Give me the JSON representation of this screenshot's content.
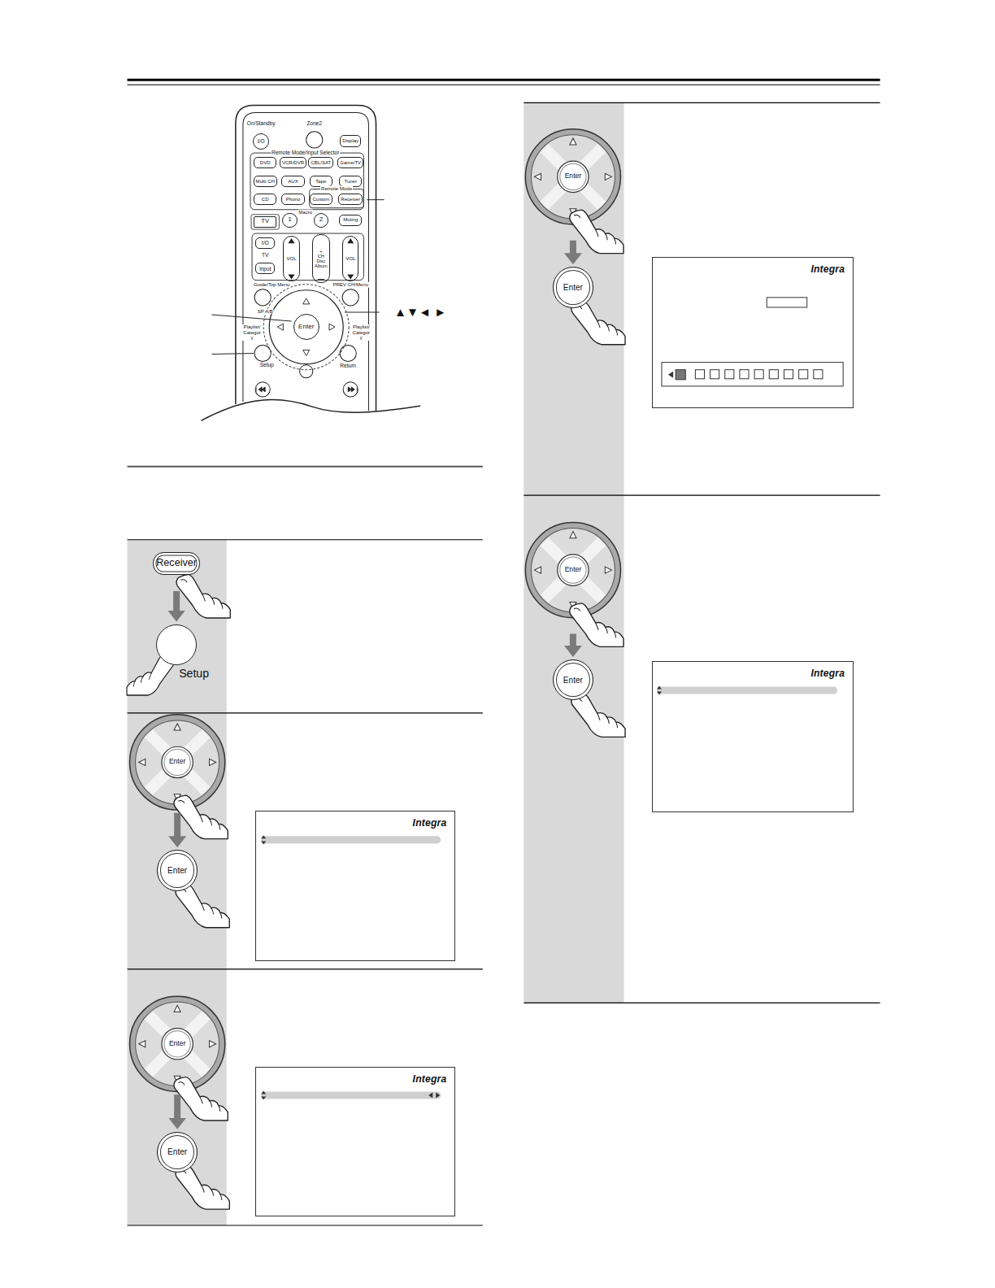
{
  "diagram": {
    "nodes": [
      {
        "text": [
          "I/O"
        ]
      },
      {
        "text": [
          "Display"
        ]
      },
      {
        "text": [
          "DVD"
        ]
      },
      {
        "text": [
          "VCR/DVR"
        ]
      },
      {
        "text": [
          "CBL/SAT"
        ]
      },
      {
        "text": [
          "Game/TV"
        ]
      },
      {
        "text": [
          "Multi CH"
        ]
      },
      {
        "text": [
          "AUX"
        ]
      },
      {
        "text": [
          "Tape"
        ]
      },
      {
        "text": [
          "Tuner"
        ]
      },
      {
        "text": [
          "CD"
        ]
      },
      {
        "text": [
          "Phono"
        ]
      },
      {
        "text": [
          "Custom"
        ]
      },
      {
        "text": [
          "Receiver"
        ]
      },
      {
        "text": [
          "TV"
        ]
      },
      {
        "text": [
          "1"
        ]
      },
      {
        "text": [
          "2"
        ]
      },
      {
        "text": [
          "Muting"
        ]
      },
      {
        "text": [
          "I/O"
        ]
      },
      {
        "text": [
          "Input"
        ]
      },
      {
        "text": [
          "VOL"
        ]
      },
      {
        "text": [
          "+",
          "CH",
          "Disc",
          "Album"
        ]
      },
      {
        "text": [
          "VOL"
        ]
      },
      {
        "text": [
          "Enter"
        ]
      },
      {
        "text": [
          "Receiver"
        ]
      },
      {
        "text": [
          "Setup"
        ]
      },
      {
        "text": [
          "Enter"
        ]
      },
      {
        "text": [
          "Enter"
        ]
      },
      {
        "text": [
          "Integra"
        ]
      },
      {
        "text": [
          "Enter"
        ]
      },
      {
        "text": [
          "Enter"
        ]
      },
      {
        "text": [
          "Integra"
        ]
      },
      {
        "text": [
          "Enter"
        ]
      },
      {
        "text": [
          "Enter"
        ]
      },
      {
        "text": [
          "Integra"
        ]
      },
      {
        "text": [
          "Enter"
        ]
      },
      {
        "text": [
          "Enter"
        ]
      },
      {
        "text": [
          "Integra"
        ]
      }
    ],
    "edges": [
      {
        "from": 24,
        "to": 25,
        "arrow": "to"
      },
      {
        "from": 26,
        "to": 27,
        "arrow": "to"
      },
      {
        "from": 29,
        "to": 30,
        "arrow": "to"
      },
      {
        "from": 32,
        "to": 33,
        "arrow": "to"
      },
      {
        "from": 35,
        "to": 36,
        "arrow": "to"
      }
    ],
    "labels": [
      "On/Standby",
      "Zone2",
      "Remote Mode/Input Selector",
      "Remote Mode",
      "Macro",
      "TV",
      "Guide/Top Menu",
      "PREV CH/Menu",
      "SP A/B",
      "Playlist/Category",
      "Playlist/Category",
      "Setup",
      "Return",
      "▲▼◄ ►"
    ]
  }
}
